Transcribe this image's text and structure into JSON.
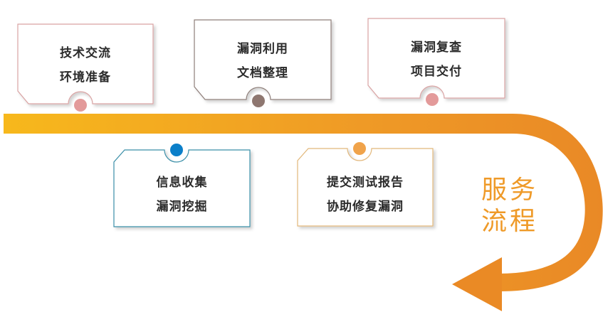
{
  "title": {
    "line1": "服务",
    "line2": "流程"
  },
  "steps": [
    {
      "line1": "技术交流",
      "line2": "环境准备",
      "border_color": "#d9a3a3",
      "dot_color": "#e39a9a"
    },
    {
      "line1": "信息收集",
      "line2": "漏洞挖掘",
      "border_color": "#3a8fa8",
      "dot_color": "#0b7fc9"
    },
    {
      "line1": "漏洞利用",
      "line2": "文档整理",
      "border_color": "#8f7f7a",
      "dot_color": "#8e7770"
    },
    {
      "line1": "提交测试报告",
      "line2": "协助修复漏洞",
      "border_color": "#e2b77a",
      "dot_color": "#f0a34a"
    },
    {
      "line1": "漏洞复查",
      "line2": "项目交付",
      "border_color": "#d9a3a3",
      "dot_color": "#e39a9a"
    }
  ],
  "colors": {
    "arrow_light": "#f6b21e",
    "arrow_dark": "#ea8a25",
    "title": "#ef9a28"
  }
}
